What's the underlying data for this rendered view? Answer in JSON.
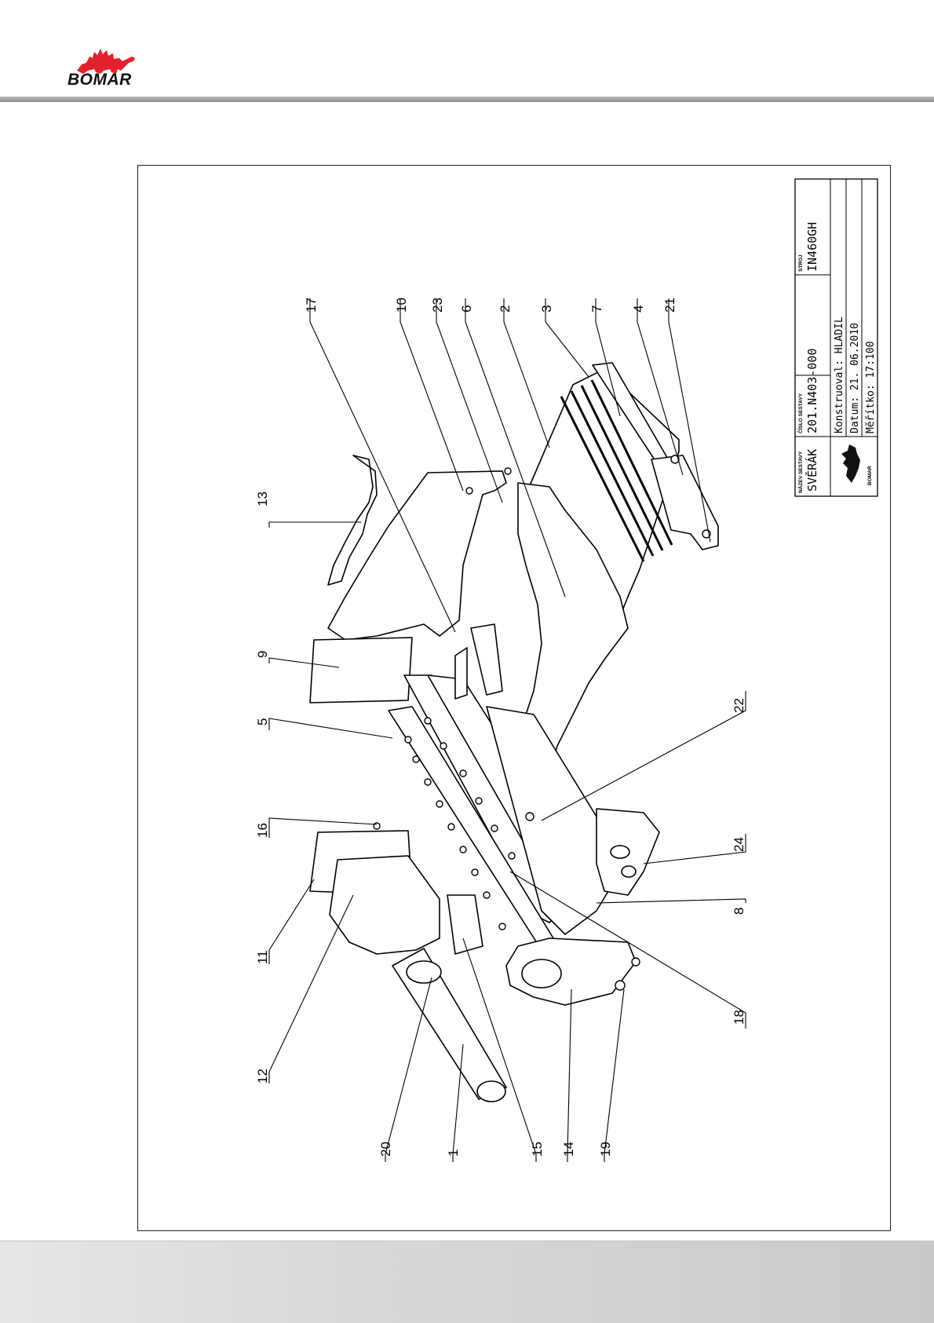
{
  "logo": {
    "text": "BOMAR",
    "mark": "dinosaur-logo",
    "color": "#e3212d"
  },
  "colors": {
    "header_bar": "#9a9a9a",
    "footer_bar": "#d4d4d4",
    "line": "#000000"
  },
  "callouts": {
    "c17": "17",
    "c10": "10",
    "c23": "23",
    "c6": "6",
    "c2": "2",
    "c3": "3",
    "c7": "7",
    "c4": "4",
    "c21": "21",
    "c13": "13",
    "c9": "9",
    "c5": "5",
    "c16": "16",
    "c11": "11",
    "c12": "12",
    "c20": "20",
    "c1": "1",
    "c15": "15",
    "c14": "14",
    "c19": "19",
    "c22": "22",
    "c24": "24",
    "c8": "8",
    "c18": "18"
  },
  "title_block": {
    "name_label": "NÁZEV SESTAVY",
    "name_value": "SVĚRÁK",
    "number_label": "ČÍSLO SESTAVY",
    "number_value": "201.N403-000",
    "machine_label": "STROJ",
    "machine_value": "IN460GH",
    "designer": "Konstruoval: HLADIL",
    "date": "Datum:        21. 06.2010",
    "scale": "Měřítko:       17:100",
    "small_logo_text": "BOMAR"
  }
}
